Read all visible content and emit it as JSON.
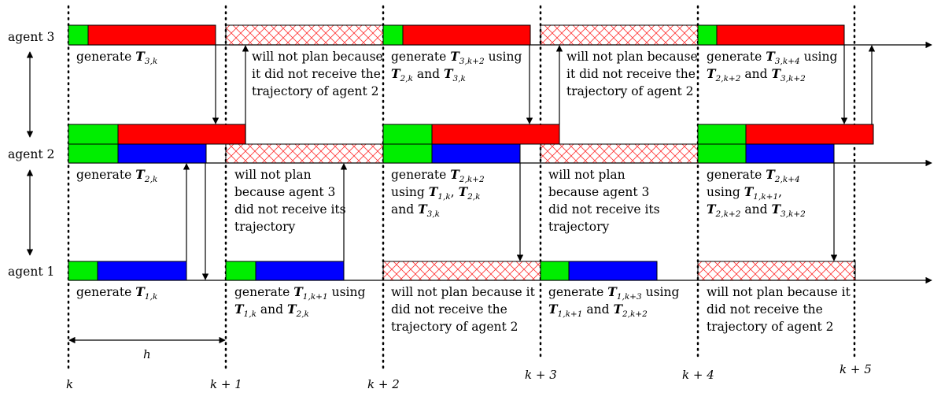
{
  "agents": [
    {
      "id": "agent3",
      "label": "agent 3"
    },
    {
      "id": "agent2",
      "label": "agent 2"
    },
    {
      "id": "agent1",
      "label": "agent 1"
    }
  ],
  "ticks": [
    "k",
    "k + 1",
    "k + 2",
    "k + 3",
    "k + 4",
    "k + 5"
  ],
  "interval_label": "h",
  "colors": {
    "green": "#00ee00",
    "red": "#ff0000",
    "blue": "#0000ff",
    "hatch": "#ff0000"
  },
  "captions": {
    "a3_gen_k": [
      "generate",
      "T",
      "3,k"
    ],
    "a3_noplan": [
      "will not plan because",
      "it did not receive the",
      "trajectory of agent 2"
    ],
    "a3_gen_k2": [
      "generate",
      "T",
      "3,k+2",
      "using",
      "T",
      "2,k",
      "and",
      "T",
      "3,k"
    ],
    "a3_gen_k4": [
      "generate",
      "T",
      "3,k+4",
      "using",
      "T",
      "2,k+2",
      "and",
      "T",
      "3,k+2"
    ],
    "a2_gen_k": [
      "generate",
      "T",
      "2,k"
    ],
    "a2_noplan": [
      "will not plan",
      "because agent 3",
      "did not receive its",
      "trajectory"
    ],
    "a2_gen_k2": [
      "generate",
      "T",
      "2,k+2",
      "using",
      "T",
      "1,k",
      ",",
      "T",
      "2,k",
      "and",
      "T",
      "3,k"
    ],
    "a2_gen_k4": [
      "generate",
      "T",
      "2,k+4",
      "using",
      "T",
      "1,k+1",
      ",",
      "T",
      "2,k+2",
      "and",
      "T",
      "3,k+2"
    ],
    "a1_gen_k": [
      "generate",
      "T",
      "1,k"
    ],
    "a1_gen_k1": [
      "generate",
      "T",
      "1,k+1",
      "using",
      "T",
      "1,k",
      "and",
      "T",
      "2,k"
    ],
    "a1_noplan": [
      "will not plan because it",
      "did not receive the",
      "trajectory of agent 2"
    ],
    "a1_gen_k3": [
      "generate",
      "T",
      "1,k+3",
      "using",
      "T",
      "1,k+1",
      "and",
      "T",
      "2,k+2"
    ]
  }
}
